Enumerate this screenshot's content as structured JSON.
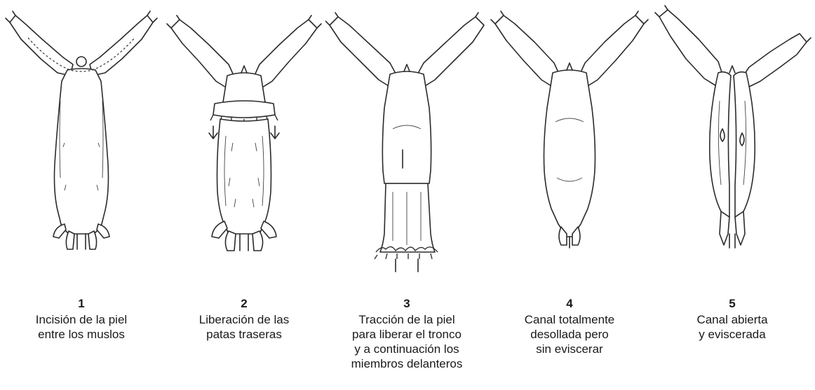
{
  "steps": [
    {
      "number": "1",
      "lines": [
        "Incisión de la piel",
        "entre los muslos"
      ],
      "illustration": "carcass-incision-icon"
    },
    {
      "number": "2",
      "lines": [
        "Liberación de las",
        "patas traseras"
      ],
      "illustration": "carcass-hind-legs-freed-icon"
    },
    {
      "number": "3",
      "lines": [
        "Tracción de la piel",
        "para liberar el tronco",
        "y a continuación los",
        "miembros delanteros"
      ],
      "illustration": "carcass-skin-pulled-icon"
    },
    {
      "number": "4",
      "lines": [
        "Canal totalmente",
        "desollada pero",
        "sin eviscerar"
      ],
      "illustration": "carcass-skinned-icon"
    },
    {
      "number": "5",
      "lines": [
        "Canal abierta",
        "y eviscerada"
      ],
      "illustration": "carcass-opened-icon"
    }
  ]
}
